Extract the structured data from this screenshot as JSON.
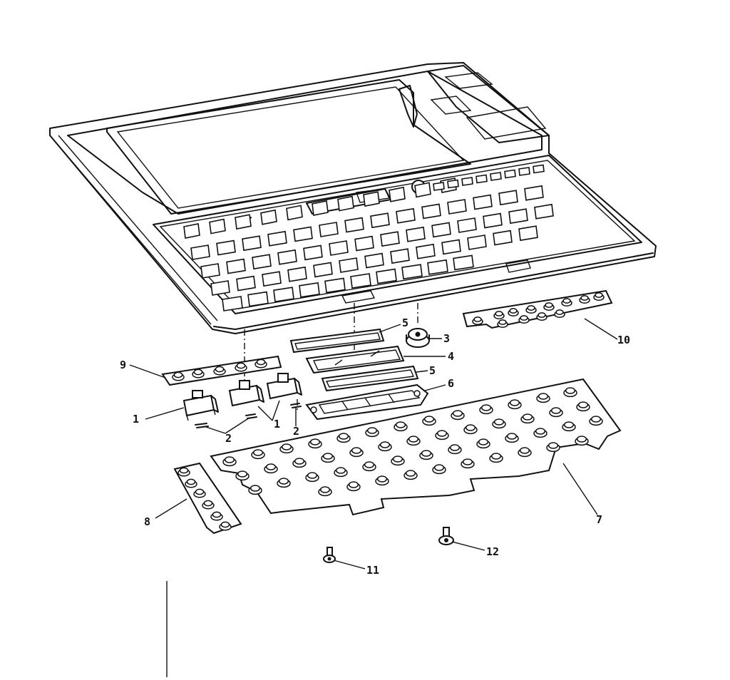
{
  "callouts": [
    {
      "id": "c1a",
      "text": "1"
    },
    {
      "id": "c1b",
      "text": "1"
    },
    {
      "id": "c2a",
      "text": "2"
    },
    {
      "id": "c2b",
      "text": "2"
    },
    {
      "id": "c3",
      "text": "3"
    },
    {
      "id": "c4",
      "text": "4"
    },
    {
      "id": "c5a",
      "text": "5"
    },
    {
      "id": "c5b",
      "text": "5"
    },
    {
      "id": "c6",
      "text": "6"
    },
    {
      "id": "c7",
      "text": "7"
    },
    {
      "id": "c8",
      "text": "8"
    },
    {
      "id": "c9",
      "text": "9"
    },
    {
      "id": "c10",
      "text": "10"
    },
    {
      "id": "c11",
      "text": "11"
    },
    {
      "id": "c12",
      "text": "12"
    }
  ]
}
